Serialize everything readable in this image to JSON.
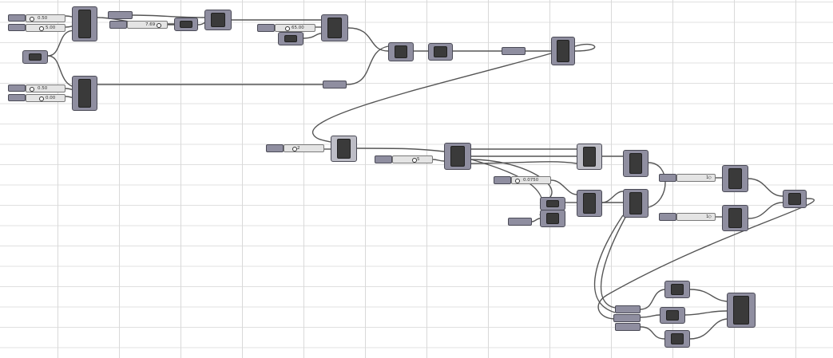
{
  "canvas": {
    "grid": true,
    "background": "#ffffff",
    "component_color": "#8f8ea0",
    "core_color": "#3a3a3a",
    "wire_color": "#555555"
  },
  "sliders": [
    {
      "value": "0.50"
    },
    {
      "value": "5.00"
    },
    {
      "value": "7.69"
    },
    {
      "value": "65.00"
    },
    {
      "value": "0.50"
    },
    {
      "value": "0.00"
    },
    {
      "value": "2"
    },
    {
      "value": "5"
    },
    {
      "value": "0.0750"
    },
    {
      "value": "1"
    },
    {
      "value": "1"
    }
  ]
}
